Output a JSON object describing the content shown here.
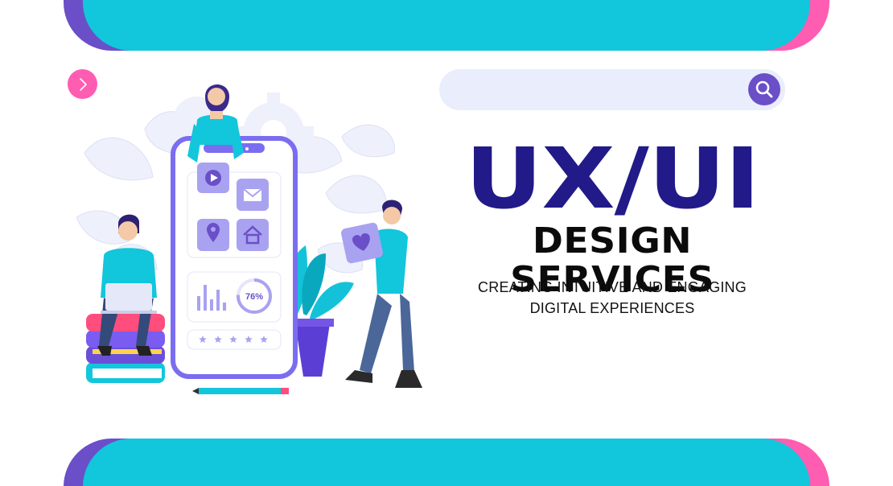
{
  "hero": {
    "title": "UX/UI",
    "subtitle": "DESIGN SERVICES",
    "tagline_line1": "CREATING INTUITIVE AND ENGAGING",
    "tagline_line2": "DIGITAL EXPERIENCES"
  },
  "search": {
    "value": "",
    "placeholder": ""
  },
  "phone": {
    "progress_label": "76%",
    "progress": 0.76,
    "rating_stars": 5
  },
  "icons": {
    "next": "chevron-right-icon",
    "search": "search-icon",
    "play": "play-icon",
    "mail": "mail-icon",
    "location": "location-pin-icon",
    "home": "home-icon",
    "heart": "heart-icon",
    "gear": "gear-icon"
  },
  "colors": {
    "cyan": "#12c6dc",
    "purple": "#6a4fc8",
    "pink": "#ff5db1",
    "navy": "#211a88",
    "search_bg": "#e9edfc",
    "lavender": "#a9a2f0"
  }
}
